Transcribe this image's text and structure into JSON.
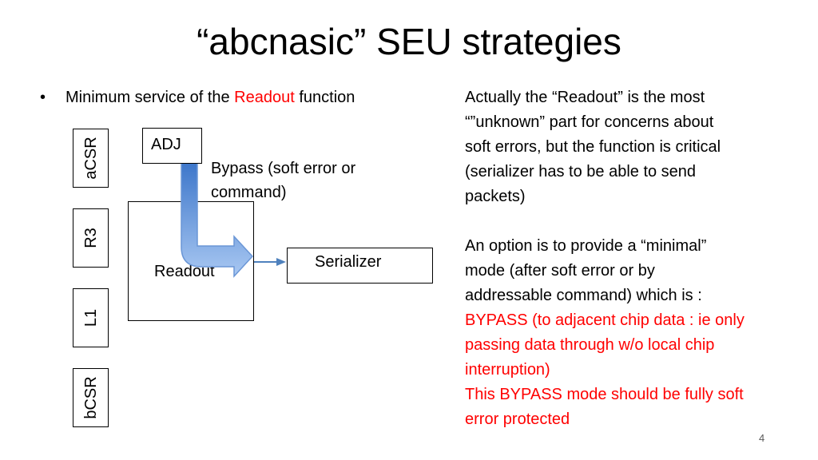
{
  "slide": {
    "title": "“abcnasic” SEU strategies",
    "bullet": {
      "marker": "•",
      "text_before": "Minimum service of the ",
      "text_highlight": "Readout",
      "text_after": " function"
    },
    "page_number": "4"
  },
  "diagram": {
    "side_blocks": [
      "aCSR",
      "R3",
      "L1",
      "bCSR"
    ],
    "adj_label": "ADJ",
    "bypass_label_line1": "Bypass (soft error or",
    "bypass_label_line2": "command)",
    "readout_label": "Readout",
    "serializer_label": "Serializer"
  },
  "notes": {
    "p1_lines": [
      "Actually the “Readout” is the most",
      "“”unknown” part for concerns about",
      "soft errors, but the function is critical",
      "(serializer has to be able to send",
      "packets)"
    ],
    "p2_lines": [
      "An option is to provide a “minimal”",
      "mode (after soft error or by",
      "addressable command) which is :"
    ],
    "p3_red_lines": [
      "BYPASS (to adjacent chip data : ie only",
      "passing data through w/o local chip",
      "interruption)",
      "This BYPASS mode should be fully soft",
      "error protected"
    ]
  },
  "colors": {
    "highlight": "#ff0000",
    "arrow_top": "#3a74c9",
    "arrow_bottom": "#a9c8f2",
    "connector": "#4f81bd"
  }
}
